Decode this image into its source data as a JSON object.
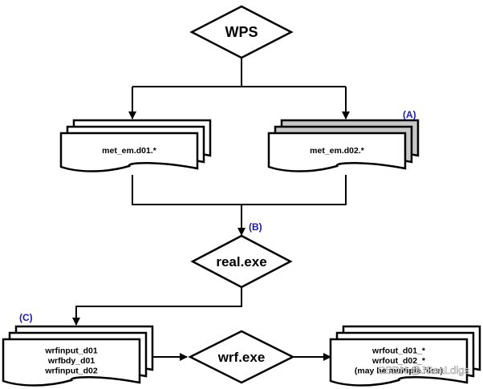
{
  "nodes": {
    "wps": "WPS",
    "real": "real.exe",
    "wrf": "wrf.exe"
  },
  "docs": {
    "met_d01": [
      "met_em.d01.*"
    ],
    "met_d02": [
      "met_em.d02.*"
    ],
    "wrfinput": [
      "wrfinput_d01",
      "wrfbdy_d01",
      "wrfinput_d02"
    ],
    "wrfout": [
      "wrfout_d01_*",
      "wrfout_d02_*",
      "(may be multiple files)"
    ]
  },
  "annotations": {
    "a": "(A)",
    "b": "(B)",
    "c": "(C)"
  },
  "watermark": "CSDN @JSeaLdigs",
  "colors": {
    "stroke": "#000000",
    "gray_fill": "#c8c8c8",
    "annotation": "#1a1ab0"
  }
}
